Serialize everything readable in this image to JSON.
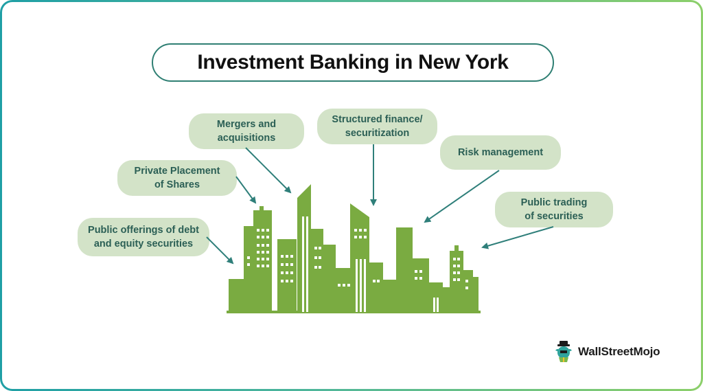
{
  "title": "Investment Banking in New York",
  "bubbles": {
    "mergers": "Mergers and\nacquisitions",
    "structured": "Structured finance/\nsecuritization",
    "private": "Private Placement\nof Shares",
    "risk": "Risk management",
    "public_trading": "Public trading\nof securities",
    "public_offerings": "Public offerings of debt\nand equity securities"
  },
  "logo": {
    "text": "WallStreetMojo",
    "icon": "wallstreetmojo-mascot-icon"
  },
  "colors": {
    "building": "#7aab41",
    "bubble": "#d3e3c8",
    "bubble_text": "#2b5f55",
    "arrow": "#2f7f7a",
    "border_start": "#1f9fa5",
    "border_end": "#8ccf6a"
  }
}
